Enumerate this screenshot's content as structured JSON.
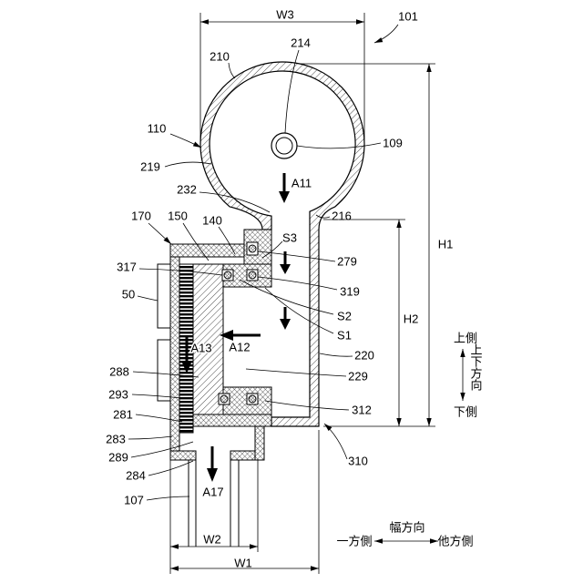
{
  "labels": {
    "w3": "W3",
    "ref_101": "101",
    "ref_214": "214",
    "ref_210": "210",
    "ref_110": "110",
    "ref_109": "109",
    "ref_219": "219",
    "a11": "A11",
    "ref_232": "232",
    "ref_216": "216",
    "ref_170": "170",
    "ref_150": "150",
    "ref_140": "140",
    "s3": "S3",
    "ref_279": "279",
    "ref_317": "317",
    "ref_319": "319",
    "ref_50": "50",
    "s2": "S2",
    "s1": "S1",
    "h2": "H2",
    "h1": "H1",
    "a13": "A13",
    "a12": "A12",
    "ref_220": "220",
    "ref_288": "288",
    "ref_229": "229",
    "ref_293": "293",
    "ref_312": "312",
    "ref_281": "281",
    "ref_283": "283",
    "ref_289": "289",
    "ref_310": "310",
    "ref_284": "284",
    "a17": "A17",
    "ref_107": "107",
    "w2": "W2",
    "w1": "W1"
  },
  "directions": {
    "up_side": "上側",
    "vertical_direction": "上下方向",
    "down_side": "下側",
    "width_direction": "幅方向",
    "one_side": "一方側",
    "other_side": "他方側"
  }
}
